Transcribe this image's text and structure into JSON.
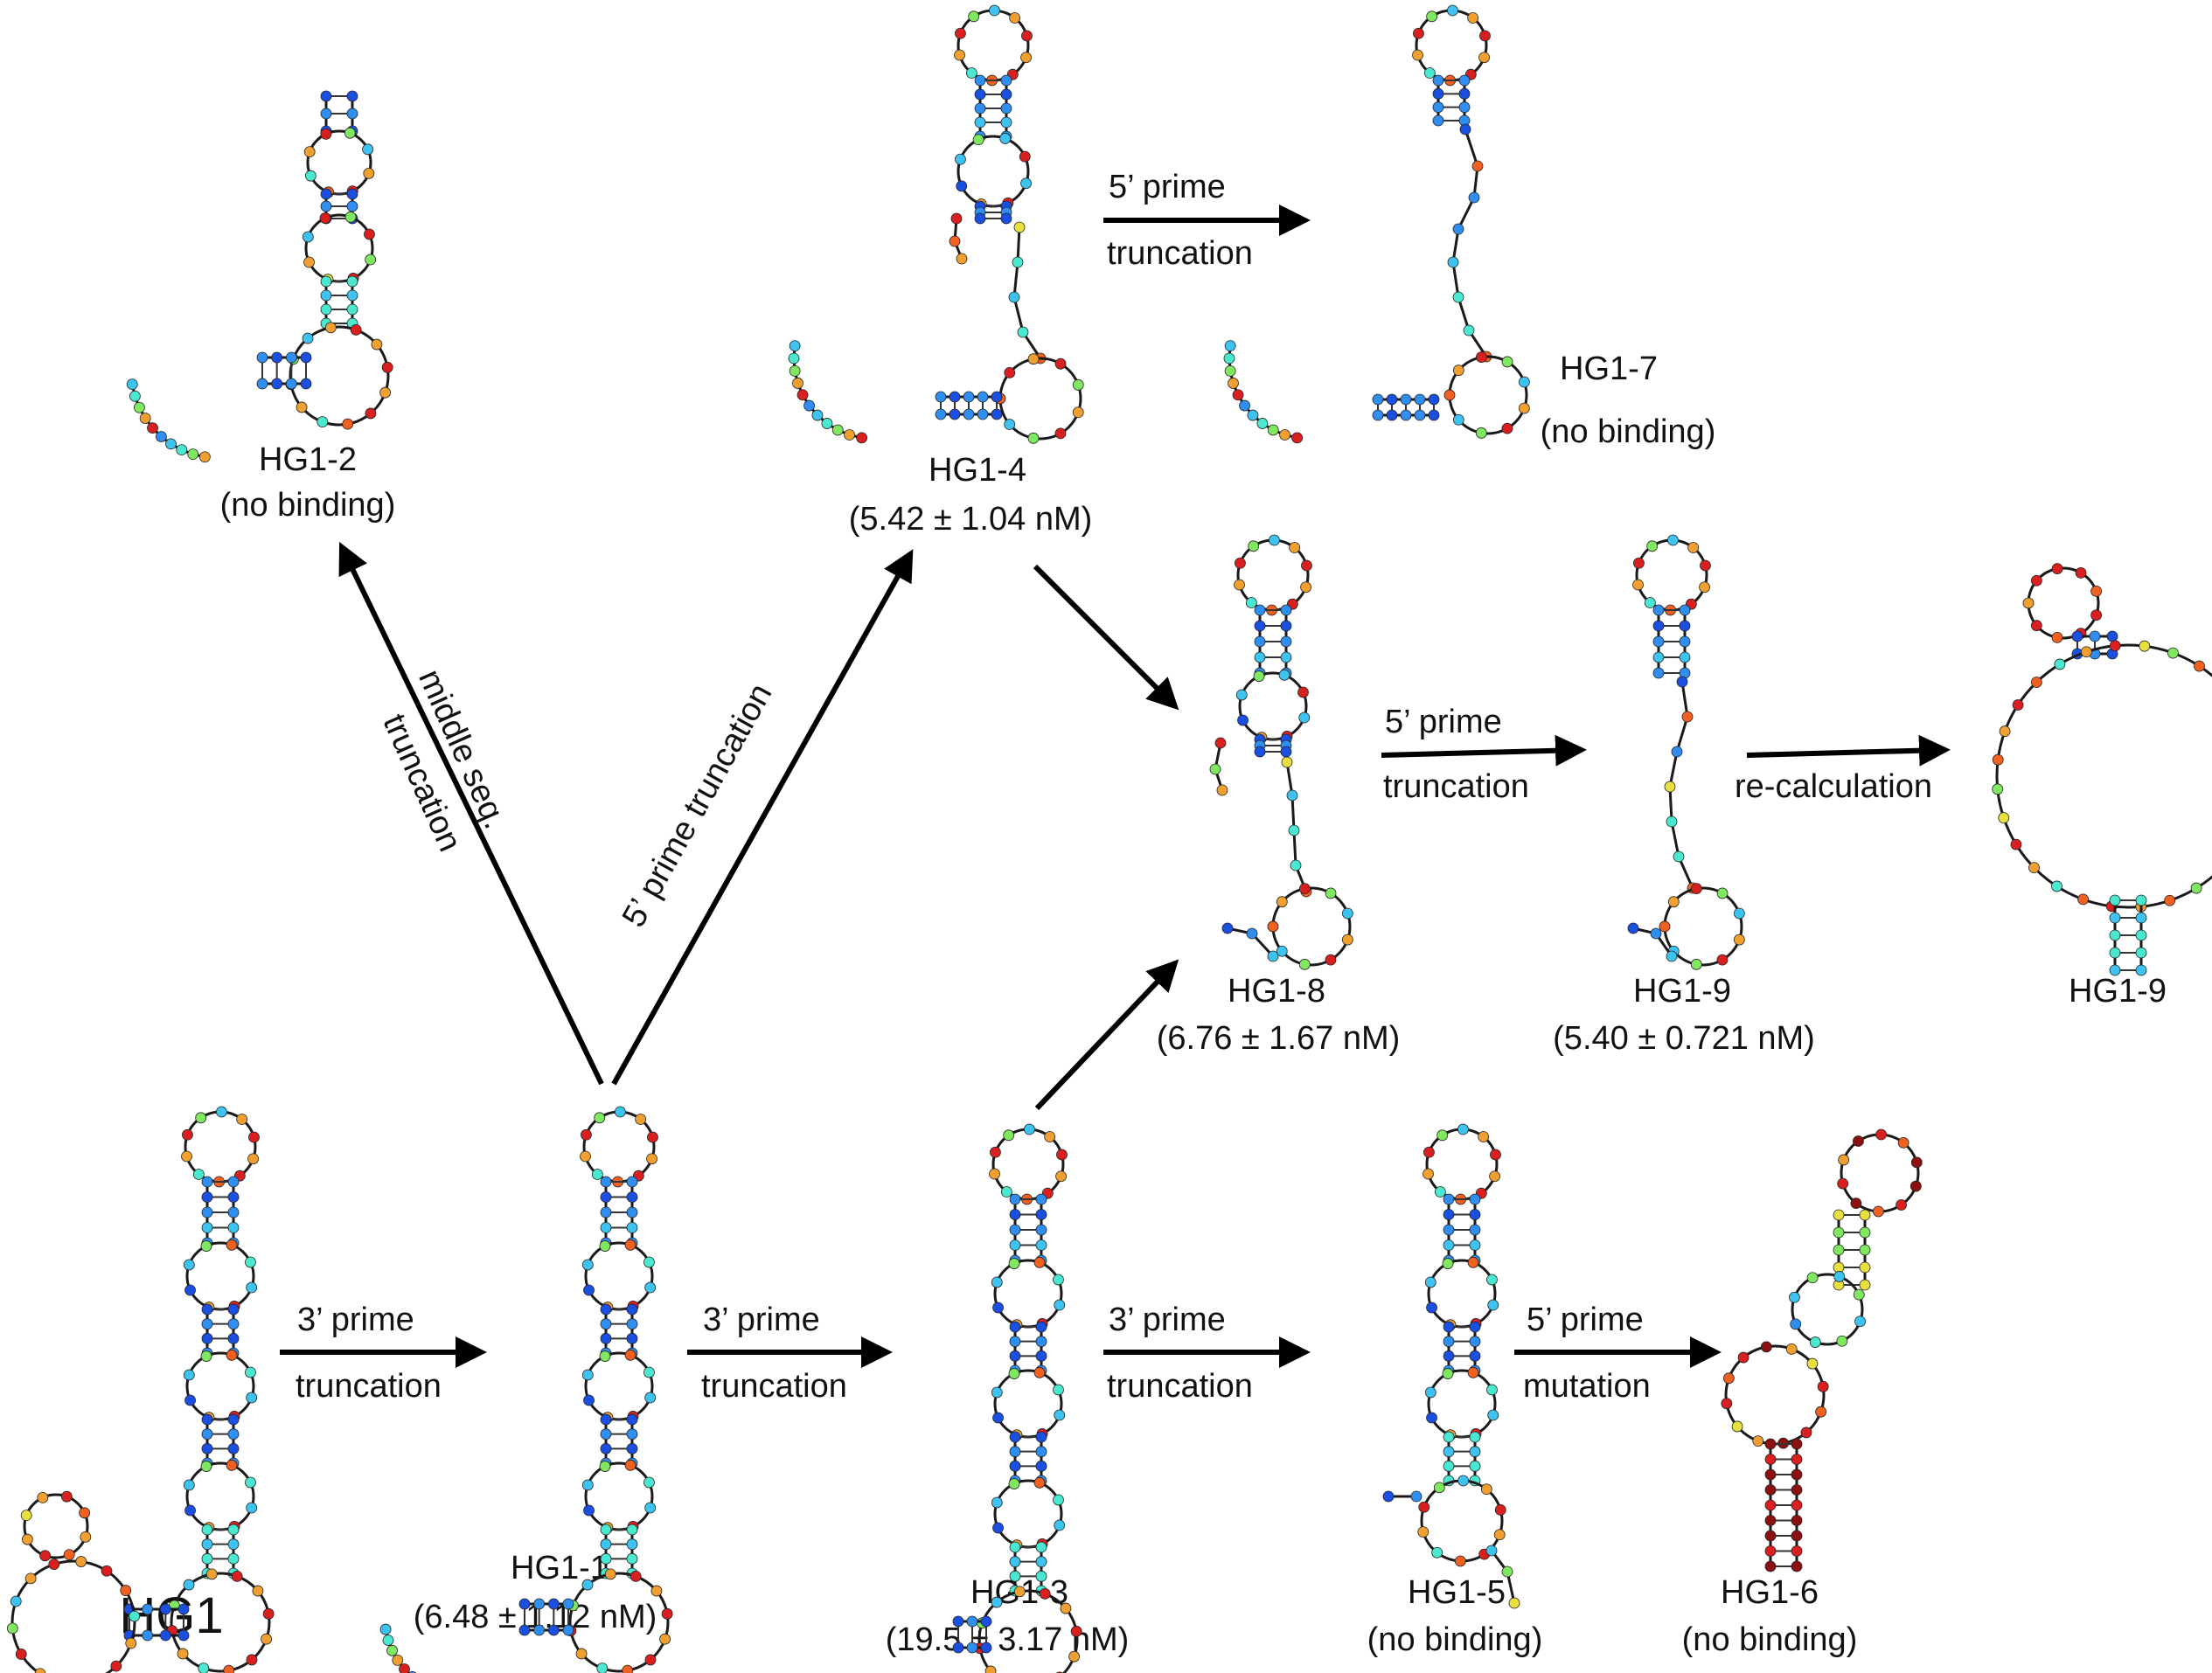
{
  "structures": [
    {
      "id": "hg1",
      "name": "HG1",
      "kd": ""
    },
    {
      "id": "hg1-1",
      "name": "HG1-1",
      "kd": "(6.48 ± 1.12 nM)"
    },
    {
      "id": "hg1-2",
      "name": "HG1-2",
      "kd": "(no binding)"
    },
    {
      "id": "hg1-3",
      "name": "HG1-3",
      "kd": "(19.5 ± 3.17 nM)"
    },
    {
      "id": "hg1-4",
      "name": "HG1-4",
      "kd": "(5.42 ± 1.04 nM)"
    },
    {
      "id": "hg1-5",
      "name": "HG1-5",
      "kd": "(no binding)"
    },
    {
      "id": "hg1-6",
      "name": "HG1-6",
      "kd": "(no binding)"
    },
    {
      "id": "hg1-7",
      "name": "HG1-7",
      "kd": "(no binding)"
    },
    {
      "id": "hg1-8",
      "name": "HG1-8",
      "kd": "(6.76 ± 1.67 nM)"
    },
    {
      "id": "hg1-9",
      "name": "HG1-9",
      "kd": "(5.40 ± 0.721 nM)"
    },
    {
      "id": "hg1-9-recalc",
      "name": "HG1-9",
      "kd": ""
    }
  ],
  "transitions": [
    {
      "id": "hg1-to-hg1-1",
      "line1": "3’ prime",
      "line2": "truncation"
    },
    {
      "id": "hg1-1-to-hg1-3",
      "line1": "3’ prime",
      "line2": "truncation"
    },
    {
      "id": "hg1-3-to-hg1-5",
      "line1": "3’ prime",
      "line2": "truncation"
    },
    {
      "id": "hg1-5-to-hg1-6",
      "line1": "5’ prime",
      "line2": "mutation"
    },
    {
      "id": "hg1-4-to-hg1-7",
      "line1": "5’ prime",
      "line2": "truncation"
    },
    {
      "id": "hg1-8-to-hg1-9",
      "line1": "5’ prime",
      "line2": "truncation"
    },
    {
      "id": "hg1-9-recalc",
      "line1": "re-calculation",
      "line2": ""
    },
    {
      "id": "hg1-1-to-hg1-2",
      "line1": "middle seq.",
      "line2": "truncation"
    },
    {
      "id": "hg1-1-to-hg1-4",
      "line1": "5’ prime truncation",
      "line2": ""
    },
    {
      "id": "hg1-4-to-hg1-8",
      "line1": "",
      "line2": ""
    },
    {
      "id": "hg1-3-to-hg1-8",
      "line1": "",
      "line2": ""
    }
  ],
  "colors": {
    "arrow": "#000000",
    "backbone": "#1a1a1a",
    "nucleotide_palette": [
      "#1a4fe0",
      "#2f8ef0",
      "#3ec3f0",
      "#4ae8d0",
      "#7fe860",
      "#e8e040",
      "#f0a030",
      "#f06020",
      "#d82020",
      "#8b1010"
    ]
  }
}
